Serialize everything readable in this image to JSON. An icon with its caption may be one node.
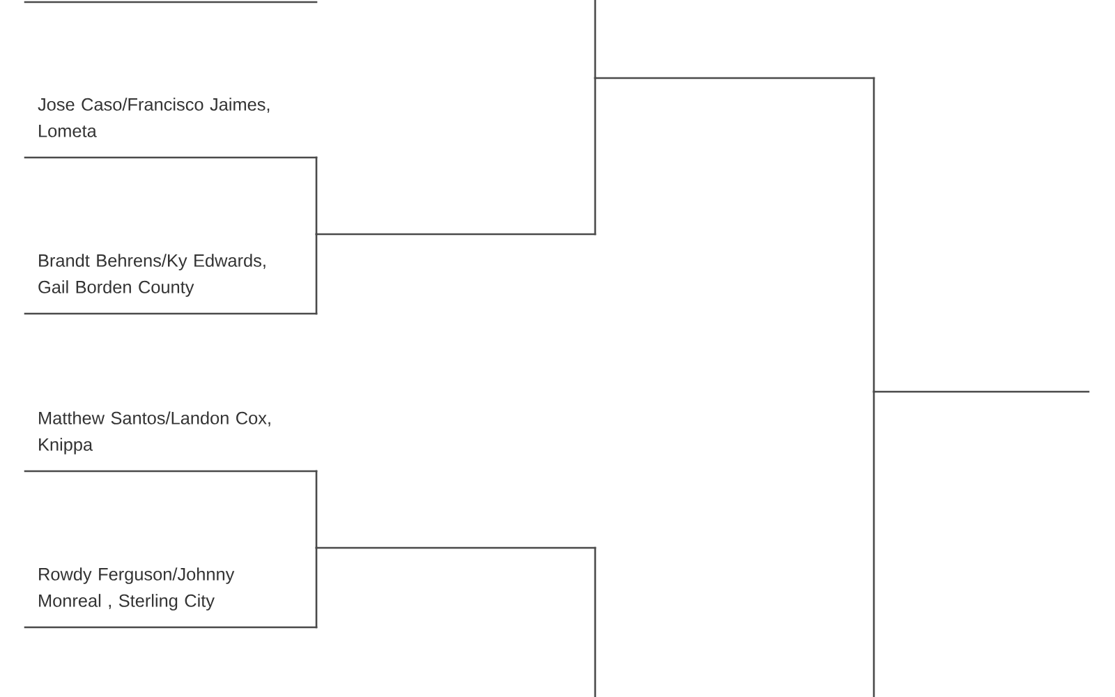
{
  "diagram": {
    "nodes": [
      {
        "text": [],
        "shape": "line"
      },
      {
        "text": [
          "Jose Caso/Francisco Jaimes, Lometa"
        ]
      },
      {
        "text": [
          "Brandt Behrens/Ky Edwards, Gail Borden County"
        ]
      },
      {
        "text": [
          "Matthew Santos/Landon Cox, Knippa"
        ]
      },
      {
        "text": [
          "Rowdy Ferguson/Johnny Monreal , Sterling City"
        ]
      },
      {
        "text": [],
        "shape": "line"
      },
      {
        "text": [],
        "shape": "line"
      },
      {
        "text": [],
        "shape": "line"
      },
      {
        "text": [],
        "shape": "line"
      }
    ],
    "edges": [
      {
        "from": 1,
        "to": 5,
        "arrow": "none"
      },
      {
        "from": 2,
        "to": 5,
        "arrow": "none"
      },
      {
        "from": 3,
        "to": 6,
        "arrow": "none"
      },
      {
        "from": 4,
        "to": 6,
        "arrow": "none"
      },
      {
        "from": 5,
        "to": 7,
        "arrow": "none"
      },
      {
        "from": null,
        "to": 7,
        "arrow": "none"
      },
      {
        "from": 6,
        "to": null,
        "arrow": "none"
      },
      {
        "from": 7,
        "to": 8,
        "arrow": "none"
      },
      {
        "from": null,
        "to": 8,
        "arrow": "none"
      }
    ]
  }
}
